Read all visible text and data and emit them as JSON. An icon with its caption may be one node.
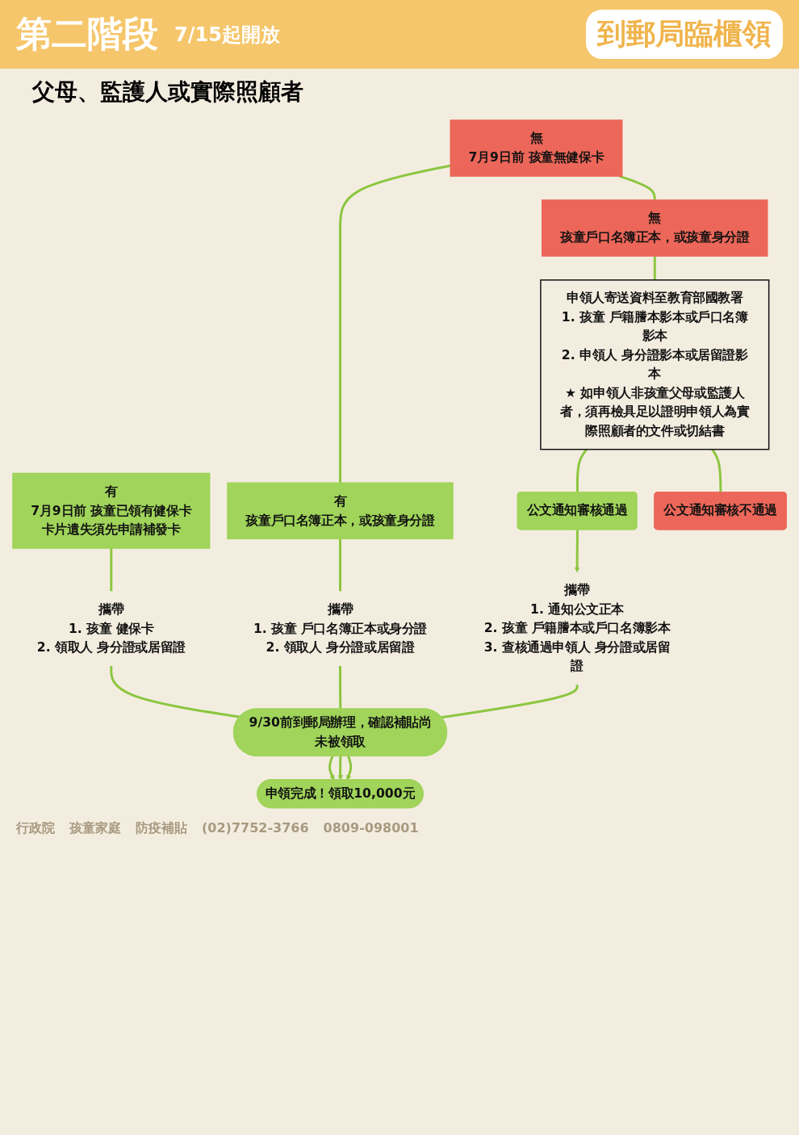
{
  "diagram": {
    "title": "第二階段",
    "nodes": [
      {
        "text": [
          "有",
          "7月9日前 孩童已領有健保卡",
          "卡片遺失須先申請補發卡"
        ]
      },
      {
        "text": [
          "無",
          "7月9日前 孩童無健保卡"
        ]
      },
      {
        "text": [
          "有",
          "孩童戶口名簿正本，或孩童身分證"
        ]
      },
      {
        "text": [
          "無",
          "孩童戶口名簿正本，或孩童身分證"
        ]
      },
      {
        "text": [
          "攜帶",
          "1. 孩童 健保卡",
          "2. 領取人 身分證或居留證"
        ]
      },
      {
        "text": [
          "攜帶",
          "1. 孩童 戶口名簿正本或身分證",
          "2. 領取人 身分證或居留證"
        ]
      },
      {
        "text": [
          "申領人寄送資料至教育部國教署",
          "1. 孩童 戶籍謄本影本或戶口名簿影本",
          "2. 申領人 身分證影本或居留證影本",
          "★ 如申領人非孩童父母或監護人者，須再檢具足以證明申領人為實際照顧者的文件或切結書"
        ]
      },
      {
        "text": [
          "公文通知審核通過"
        ]
      },
      {
        "text": [
          "公文通知審核不通過"
        ]
      },
      {
        "text": [
          "攜帶",
          "1. 通知公文正本",
          "2. 孩童 戶籍謄本或戶口名簿影本",
          "3. 查核通過申領人 身分證或居留證"
        ]
      },
      {
        "text": [
          "9/30前到郵局辦理，確認補貼尚未被領取"
        ]
      },
      {
        "text": [
          "申領完成！領取10,000元"
        ]
      }
    ],
    "edges": [
      {
        "from": 1,
        "to": 2,
        "arrow": "none"
      },
      {
        "from": 1,
        "to": 3,
        "arrow": "none"
      },
      {
        "from": 0,
        "to": 4,
        "arrow": "none"
      },
      {
        "from": 2,
        "to": 5,
        "arrow": "none"
      },
      {
        "from": 3,
        "to": 6,
        "arrow": "none"
      },
      {
        "from": 6,
        "to": 7,
        "arrow": "none"
      },
      {
        "from": 6,
        "to": 8,
        "arrow": "none"
      },
      {
        "from": 7,
        "to": 9,
        "arrow": "to"
      },
      {
        "from": 4,
        "to": 10,
        "arrow": "none"
      },
      {
        "from": 5,
        "to": 10,
        "arrow": "none"
      },
      {
        "from": 9,
        "to": 10,
        "arrow": "none"
      },
      {
        "from": 10,
        "to": 11,
        "arrow": "to"
      },
      {
        "from": 10,
        "to": 11,
        "arrow": "to"
      },
      {
        "from": 10,
        "to": 11,
        "arrow": "to"
      }
    ],
    "labels": [
      "7/15起開放",
      "到郵局臨櫃領",
      "父母、監護人或實際照顧者",
      "行政院",
      "孩童家庭",
      "防疫補貼",
      "(02)7752-3766",
      "0809-098001"
    ]
  }
}
